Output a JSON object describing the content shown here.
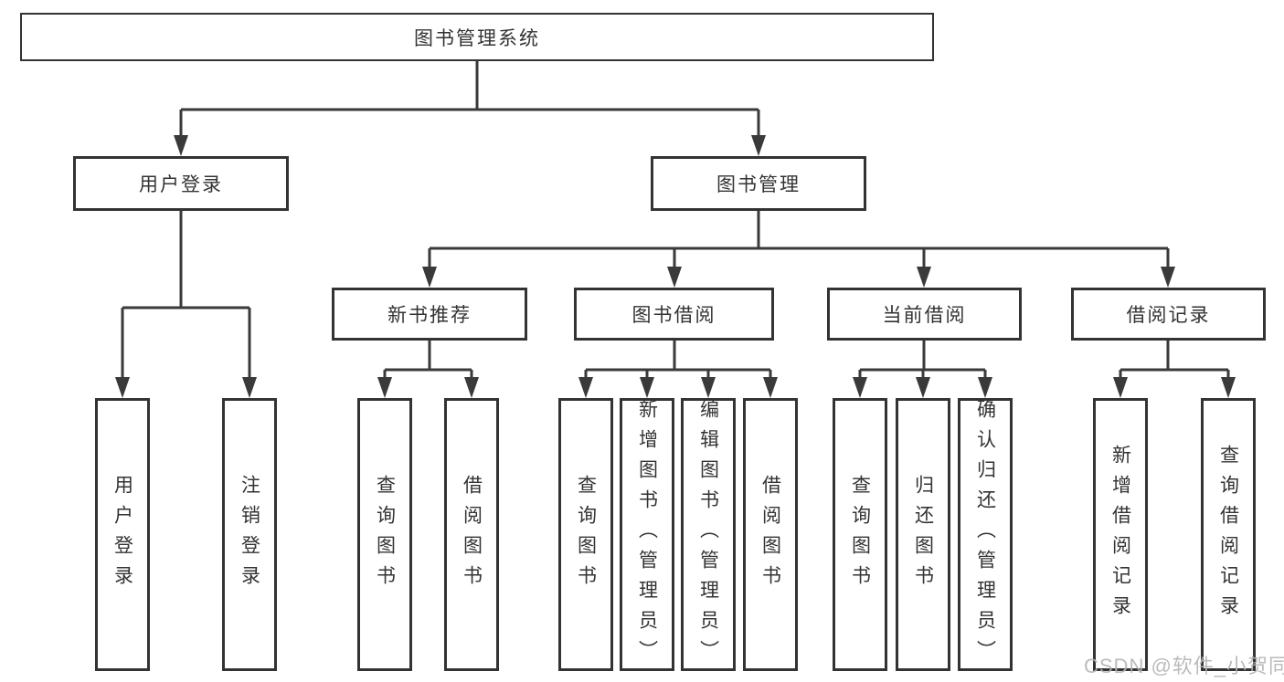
{
  "diagram": {
    "title": "图书管理系统",
    "branches": [
      {
        "label": "用户登录",
        "children": [
          {
            "label": "用户登录"
          },
          {
            "label": "注销登录"
          }
        ]
      },
      {
        "label": "图书管理",
        "children": [
          {
            "label": "新书推荐",
            "children": [
              {
                "label": "查询图书"
              },
              {
                "label": "借阅图书"
              }
            ]
          },
          {
            "label": "图书借阅",
            "children": [
              {
                "label": "查询图书"
              },
              {
                "label": "新增图书（管理员）"
              },
              {
                "label": "编辑图书（管理员）"
              },
              {
                "label": "借阅图书"
              }
            ]
          },
          {
            "label": "当前借阅",
            "children": [
              {
                "label": "查询图书"
              },
              {
                "label": "归还图书"
              },
              {
                "label": "确认归还（管理员）"
              }
            ]
          },
          {
            "label": "借阅记录",
            "children": [
              {
                "label": "新增借阅记录"
              },
              {
                "label": "查询借阅记录"
              }
            ]
          }
        ]
      }
    ]
  },
  "watermark": "CSDN @软件_小贺同学",
  "colors": {
    "line": "#3a3a3a",
    "box_border": "#333333",
    "text": "#333333",
    "watermark": "#b4b4b4"
  }
}
